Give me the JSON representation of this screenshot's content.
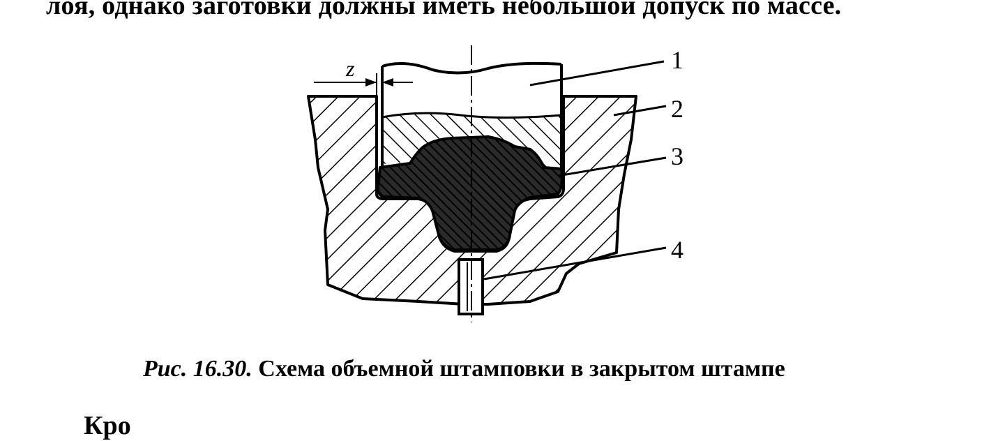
{
  "text": {
    "top_line": "лоя, однако заготовки должны иметь небольшой допуск по массе.",
    "bottom_line": "Кро"
  },
  "figure": {
    "dimension_label": "z",
    "callouts": [
      "1",
      "2",
      "3",
      "4"
    ],
    "caption_number": "Рис. 16.30.",
    "caption_text": "Схема объемной штамповки в закрытом штампе"
  }
}
